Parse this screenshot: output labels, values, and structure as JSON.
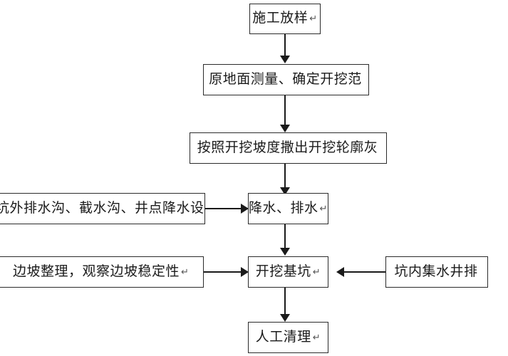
{
  "diagram": {
    "type": "flowchart",
    "orientation": "top-to-bottom",
    "nodes": [
      {
        "id": "n1",
        "label": "施工放样",
        "return_mark": "↵"
      },
      {
        "id": "n2",
        "label": "原地面测量、确定开挖范",
        "return_mark": ""
      },
      {
        "id": "n3",
        "label": "按照开挖坡度撒出开挖轮廓灰",
        "return_mark": ""
      },
      {
        "id": "n4",
        "label": "坑外排水沟、截水沟、井点降水设",
        "return_mark": ""
      },
      {
        "id": "n5",
        "label": "降水、排水",
        "return_mark": "↵"
      },
      {
        "id": "n6",
        "label": "边坡整理，观察边坡稳定性",
        "return_mark": "↵"
      },
      {
        "id": "n7",
        "label": "开挖基坑",
        "return_mark": "↵"
      },
      {
        "id": "n8",
        "label": "坑内集水井排",
        "return_mark": ""
      },
      {
        "id": "n9",
        "label": "人工清理",
        "return_mark": "↵"
      }
    ],
    "edges": [
      {
        "from": "n1",
        "to": "n2",
        "direction": "down"
      },
      {
        "from": "n2",
        "to": "n3",
        "direction": "down"
      },
      {
        "from": "n3",
        "to": "n5",
        "direction": "down"
      },
      {
        "from": "n4",
        "to": "n5",
        "direction": "right"
      },
      {
        "from": "n5",
        "to": "n7",
        "direction": "down"
      },
      {
        "from": "n6",
        "to": "n7",
        "direction": "right"
      },
      {
        "from": "n8",
        "to": "n7",
        "direction": "left"
      },
      {
        "from": "n7",
        "to": "n9",
        "direction": "down"
      }
    ],
    "colors": {
      "border": "#2b2b2b",
      "connector": "#1a1a1a",
      "background": "#ffffff",
      "text": "#1a1a1a"
    }
  }
}
